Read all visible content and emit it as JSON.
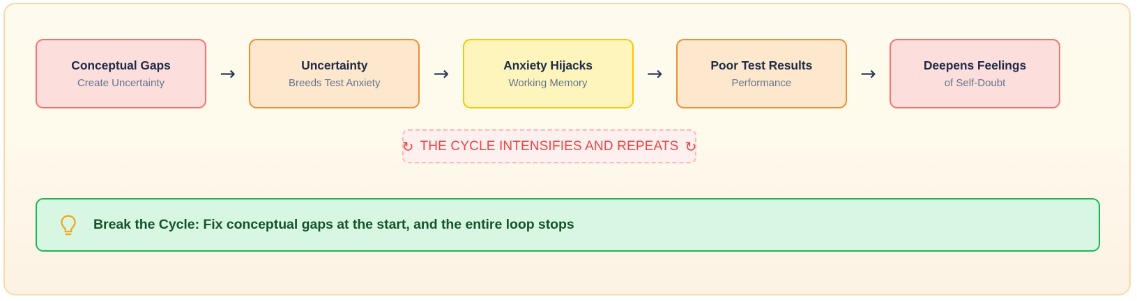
{
  "frame": {
    "background_top": "#fefaed",
    "background_bottom": "#fdf2e4",
    "border_color": "#fad9a8"
  },
  "flow": {
    "arrow_glyph": "→",
    "arrow_color": "#2b3953",
    "steps": [
      {
        "title": "Conceptual Gaps",
        "subtitle": "Create Uncertainty",
        "tone": "pink",
        "fill": "#fcdedc",
        "border": "#f4736e"
      },
      {
        "title": "Uncertainty",
        "subtitle": "Breeds Test Anxiety",
        "tone": "orange",
        "fill": "#fde7cd",
        "border": "#f28e33"
      },
      {
        "title": "Anxiety Hijacks",
        "subtitle": "Working Memory",
        "tone": "yellow",
        "fill": "#fdf5bc",
        "border": "#f2ca06"
      },
      {
        "title": "Poor Test Results",
        "subtitle": "Performance",
        "tone": "orange",
        "fill": "#fde7cd",
        "border": "#f28e33"
      },
      {
        "title": "Deepens Feelings",
        "subtitle": "of Self-Doubt",
        "tone": "pink",
        "fill": "#fcdedc",
        "border": "#f4736e"
      }
    ]
  },
  "cycle_banner": {
    "glyph_left": "↻",
    "label": "THE CYCLE INTENSIFIES AND REPEATS",
    "glyph_right": "↻",
    "text_color": "#ef4444",
    "fill": "#fdf0ef",
    "border": "#f9b9bb"
  },
  "break_banner": {
    "icon": "lightbulb-icon",
    "icon_color": "#f5a623",
    "label": "Break the Cycle: Fix conceptual gaps at the start, and the entire loop stops",
    "text_color": "#14532d",
    "fill": "#d8f7e2",
    "border": "#1bb757"
  }
}
